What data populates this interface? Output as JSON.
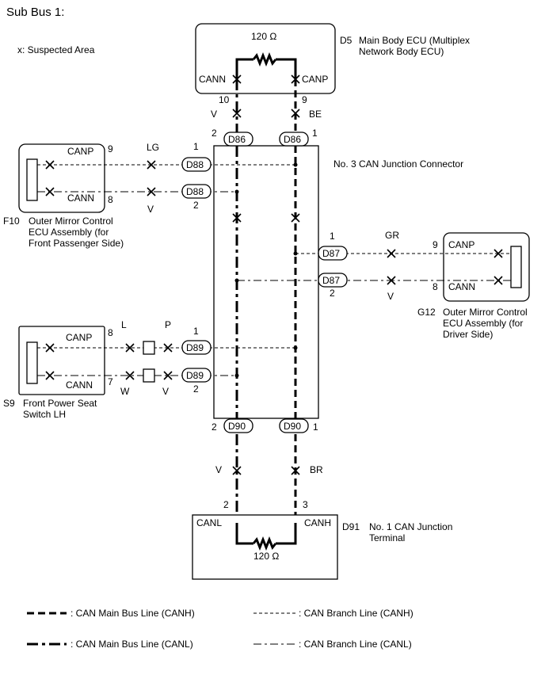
{
  "title": "Sub Bus 1:",
  "suspected_note": "x: Suspected Area",
  "resistor_value": "120 Ω",
  "ecu_d5": {
    "code": "D5",
    "name_line1": "Main Body ECU (Multiplex",
    "name_line2": "Network Body ECU)",
    "pin_cann": "CANN",
    "pin_canp": "CANP",
    "pin_num_left": "10",
    "pin_num_right": "9",
    "wire_left": "V",
    "wire_right": "BE"
  },
  "junction_connector": {
    "name": "No. 3 CAN Junction Connector",
    "d86": "D86",
    "d88": "D88",
    "d87": "D87",
    "d89": "D89",
    "d90": "D90",
    "pin1": "1",
    "pin2": "2"
  },
  "ecu_f10": {
    "code": "F10",
    "name_line1": "Outer Mirror Control",
    "name_line2": "ECU Assembly (for",
    "name_line3": "Front Passenger Side)",
    "pin_canp": "CANP",
    "pin_cann": "CANN",
    "pin_num_canp": "9",
    "pin_num_cann": "8",
    "wire_canp": "LG",
    "wire_cann": "V"
  },
  "ecu_g12": {
    "code": "G12",
    "name_line1": "Outer Mirror Control",
    "name_line2": "ECU Assembly (for",
    "name_line3": "Driver Side)",
    "pin_canp": "CANP",
    "pin_cann": "CANN",
    "pin_num_canp": "9",
    "pin_num_cann": "8",
    "wire_canp": "GR",
    "wire_cann": "V"
  },
  "ecu_s9": {
    "code": "S9",
    "name_line1": "Front Power Seat",
    "name_line2": "Switch LH",
    "pin_canp": "CANP",
    "pin_cann": "CANN",
    "pin_num_canp": "8",
    "pin_num_cann": "7",
    "wire_canp_left": "L",
    "wire_canp_right": "P",
    "wire_cann_left": "W",
    "wire_cann_right": "V"
  },
  "terminal_d91": {
    "code": "D91",
    "name_line1": "No. 1 CAN Junction",
    "name_line2": "Terminal",
    "pin_canl": "CANL",
    "pin_canh": "CANH",
    "pin_num_left": "2",
    "pin_num_right": "3",
    "wire_left": "V",
    "wire_right": "BR"
  },
  "legend": {
    "main_canh": ": CAN Main Bus Line (CANH)",
    "main_canl": ": CAN Main Bus Line (CANL)",
    "branch_canh": ": CAN Branch Line (CANH)",
    "branch_canl": ": CAN Branch Line (CANL)"
  }
}
